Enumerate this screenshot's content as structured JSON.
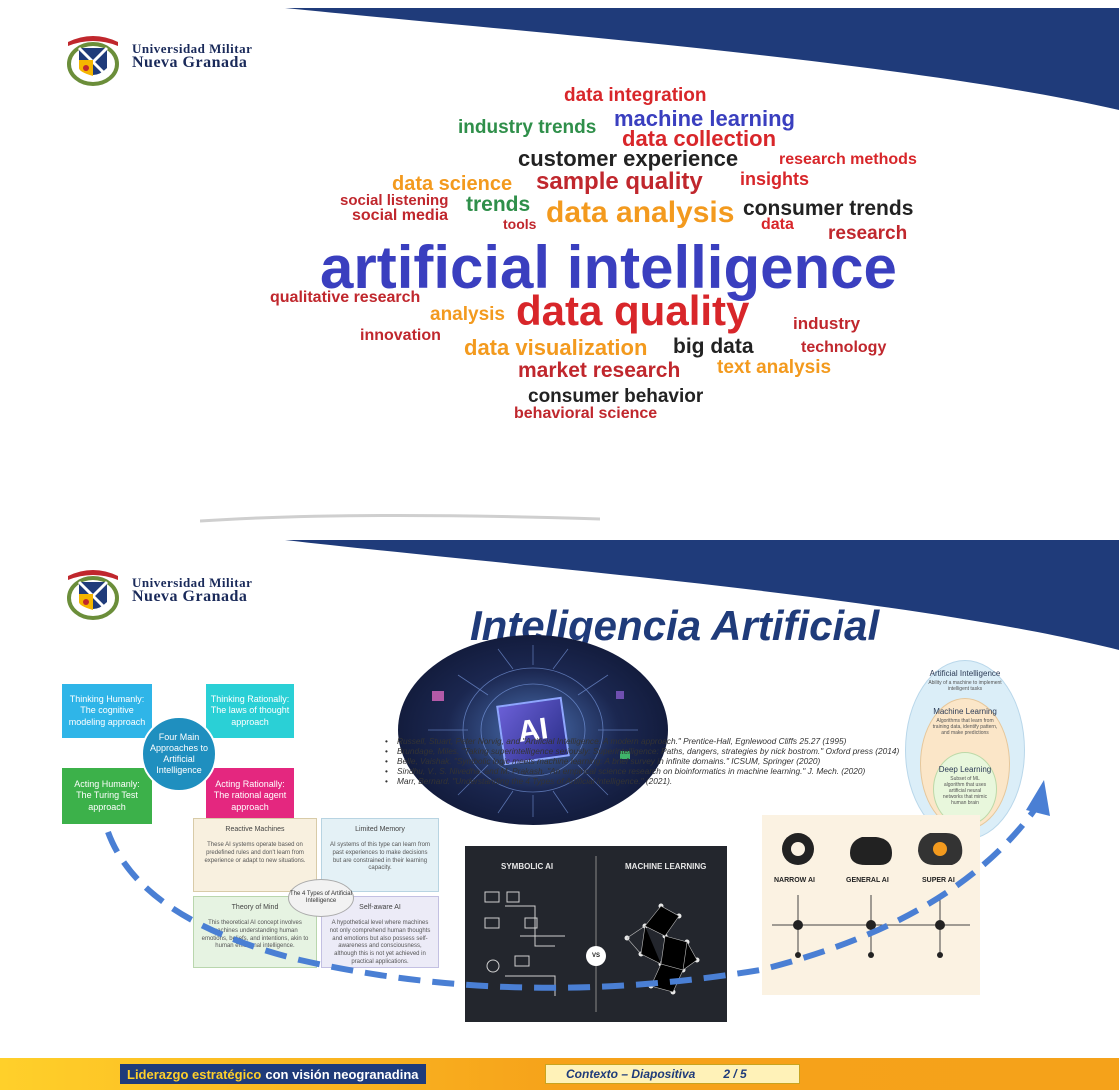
{
  "logo": {
    "line1": "Universidad Militar",
    "line2": "Nueva Granada"
  },
  "wordcloud": [
    {
      "text": "data integration",
      "color": "#d8262a"
    },
    {
      "text": "industry trends",
      "color": "#2f8f4a"
    },
    {
      "text": "machine learning",
      "color": "#3a3fbf"
    },
    {
      "text": "data collection",
      "color": "#d8262a"
    },
    {
      "text": "customer experience",
      "color": "#222222"
    },
    {
      "text": "research methods",
      "color": "#d8262a"
    },
    {
      "text": "data science",
      "color": "#f39a1e"
    },
    {
      "text": "sample quality",
      "color": "#c0272d"
    },
    {
      "text": "insights",
      "color": "#d8262a"
    },
    {
      "text": "social listening",
      "color": "#c0272d"
    },
    {
      "text": "trends",
      "color": "#2f8f4a"
    },
    {
      "text": "social media",
      "color": "#c0272d"
    },
    {
      "text": "tools",
      "color": "#c0272d"
    },
    {
      "text": "data analysis",
      "color": "#f39a1e"
    },
    {
      "text": "consumer trends",
      "color": "#222222"
    },
    {
      "text": "data",
      "color": "#d8262a"
    },
    {
      "text": "research",
      "color": "#c0272d"
    },
    {
      "text": "artificial intelligence",
      "color": "#3a3fbf"
    },
    {
      "text": "qualitative research",
      "color": "#c0272d"
    },
    {
      "text": "analysis",
      "color": "#f39a1e"
    },
    {
      "text": "data quality",
      "color": "#d8262a"
    },
    {
      "text": "industry",
      "color": "#c0272d"
    },
    {
      "text": "innovation",
      "color": "#c0272d"
    },
    {
      "text": "data visualization",
      "color": "#f39a1e"
    },
    {
      "text": "big data",
      "color": "#222222"
    },
    {
      "text": "technology",
      "color": "#c0272d"
    },
    {
      "text": "market research",
      "color": "#c0272d"
    },
    {
      "text": "text analysis",
      "color": "#f39a1e"
    },
    {
      "text": "consumer behavior",
      "color": "#222222"
    },
    {
      "text": "behavioral science",
      "color": "#c0272d"
    }
  ],
  "slide2": {
    "title": "Inteligencia Artificial",
    "approaches": {
      "thinking_humanly": "Thinking Humanly: The cognitive modeling approach",
      "thinking_rationally": "Thinking Rationally: The laws of thought approach",
      "acting_humanly": "Acting Humanly: The Turing Test approach",
      "acting_rationally": "Acting Rationally: The rational agent approach",
      "center": "Four Main Approaches to Artificial Intelligence"
    },
    "ai_chip_label": "AI",
    "nested": {
      "ai_title": "Artificial Intelligence",
      "ai_sub": "Ability of a machine to implement intelligent tasks",
      "ml_title": "Machine Learning",
      "ml_sub": "Algorithms that learn from training data, identify pattern, and make predictions",
      "dl_title": "Deep Learning",
      "dl_sub": "Subset of ML algorithm that uses artificial neural networks that mimic human brain"
    },
    "types": {
      "center": "The 4 Types of Artificial Intelligence",
      "reactive_title": "Reactive Machines",
      "reactive_text": "These AI systems operate based on predefined rules and don't learn from experience or adapt to new situations.",
      "limited_title": "Limited Memory",
      "limited_text": "AI systems of this type can learn from past experiences to make decisions but are constrained in their learning capacity.",
      "theory_title": "Theory of Mind",
      "theory_text": "This theoretical AI concept involves machines understanding human emotions, beliefs, and intentions, akin to human emotional intelligence.",
      "selfaware_title": "Self-aware AI",
      "selfaware_text": "A hypothetical level where machines not only comprehend human thoughts and emotions but also possess self-awareness and consciousness, although this is not yet achieved in practical applications."
    },
    "symbolic": {
      "left": "SYMBOLIC AI",
      "right": "MACHINE LEARNING",
      "vs": "VS"
    },
    "ai_levels": {
      "narrow": "NARROW AI",
      "general": "GENERAL AI",
      "super": "SUPER AI"
    },
    "references": [
      "Russell, Stuart, Peter Norvig, and \"Artificial Intelligence. A modern approach.\" Prentice-Hall, Egnlewood Cliffs 25.27 (1995)",
      "Brundage, Miles. \"Taking superintelligence seriously: Superintelligence: Paths, dangers, strategies by nick bostrom.\" Oxford press (2014)",
      "Belle, Vaishak. \"Symbolic logic meets machine learning: A brief survey in infinite domains.\" ICSUM, Springer (2020)",
      "Sindhu, V., S. Nivedha, and M. Prakash. \"An empirical science research on bioinformatics in machine learning.\" J. Mech. (2020)",
      "Marr, Bernard. \"Understanding the 4 Types of Artificial intelligence.\" (2021)."
    ],
    "footer": {
      "tag_strong": "Liderazgo estratégico",
      "tag_rest": "con visión neogranadina",
      "context": "Contexto – Diapositiva",
      "page": "2 / 5"
    }
  }
}
